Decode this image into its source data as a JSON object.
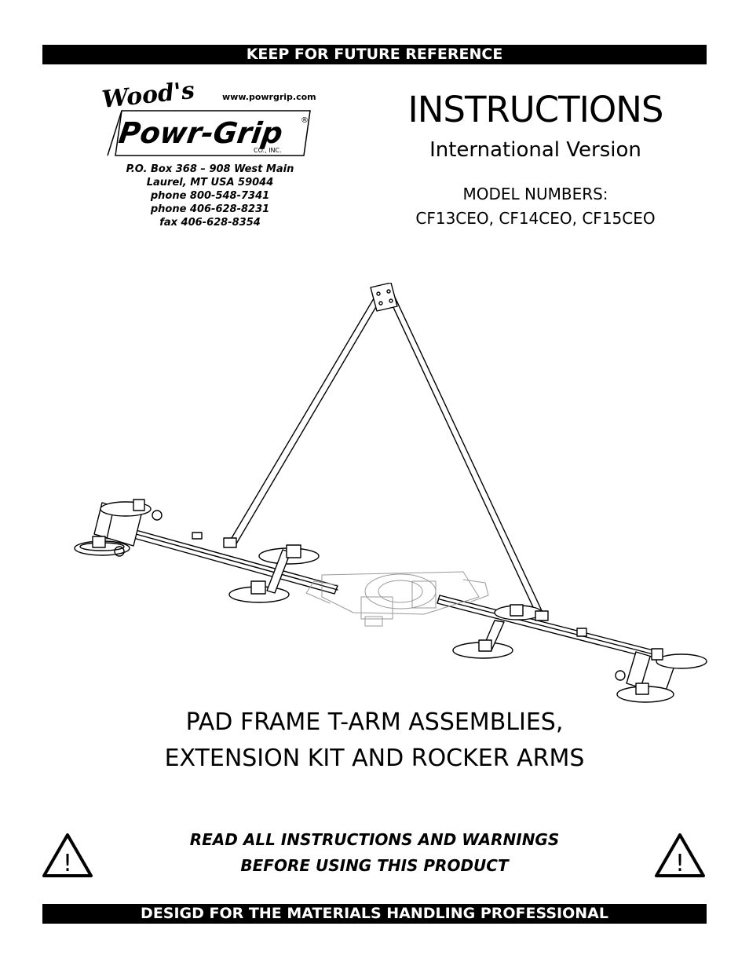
{
  "header_bar": "KEEP FOR FUTURE REFERENCE",
  "footer_bar": "DESIGD FOR THE MATERIALS HANDLING PROFESSIONAL",
  "logo": {
    "script_text": "Wood's",
    "brand_text": "Powr-Grip",
    "registered": "®",
    "url": "www.powrgrip.com",
    "company_suffix": "CO., INC."
  },
  "address": [
    "P.O. Box 368 – 908 West Main",
    "Laurel, MT  USA  59044",
    "phone  800-548-7341",
    "phone  406-628-8231",
    "fax  406-628-8354"
  ],
  "title": {
    "main": "INSTRUCTIONS",
    "sub": "International Version",
    "model_label": "MODEL NUMBERS:",
    "models": "CF13CEO, CF14CEO, CF15CEO"
  },
  "caption": {
    "line1": "PAD FRAME T-ARM ASSEMBLIES,",
    "line2": "EXTENSION KIT AND ROCKER ARMS"
  },
  "warning": {
    "line1": "READ ALL INSTRUCTIONS AND WARNINGS",
    "line2": "BEFORE USING THIS PRODUCT",
    "icon_glyph": "!",
    "icon_name": "warning-triangle-icon"
  }
}
